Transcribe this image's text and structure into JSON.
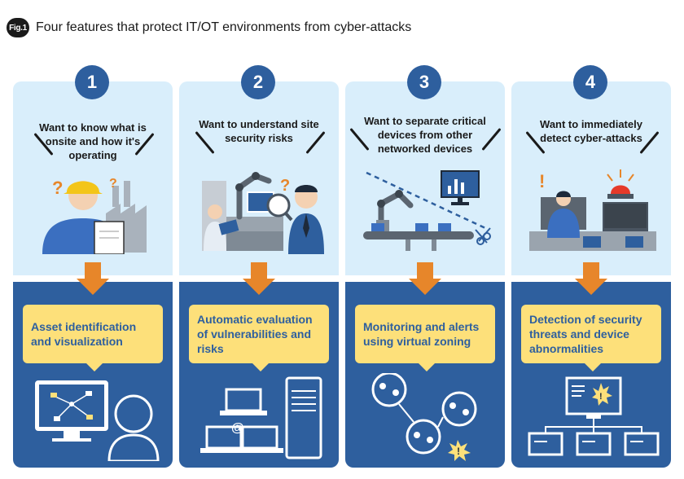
{
  "header": {
    "badge": "Fig.1",
    "title": "Four features that protect IT/OT environments from cyber-attacks"
  },
  "columns": [
    {
      "number": "1",
      "want": "Want to know what is onsite and how it's operating",
      "feature": "Asset identification and visualization"
    },
    {
      "number": "2",
      "want": "Want to understand site security risks",
      "feature": "Automatic evaluation of vulnerabilities and risks"
    },
    {
      "number": "3",
      "want": "Want to separate critical devices from other networked devices",
      "feature": "Monitoring and alerts using virtual zoning"
    },
    {
      "number": "4",
      "want": "Want to immediately detect cyber-attacks",
      "feature": "Detection of security threats and device abnormalities"
    }
  ],
  "icons": {
    "col1_top": "worker-with-clipboard-icon",
    "col1_bottom": "monitor-network-person-icon",
    "col2_top": "magnifier-robot-arm-icon",
    "col2_bottom": "laptops-server-icon",
    "col3_top": "conveyor-robot-scissors-icon",
    "col3_bottom": "zones-alert-icon",
    "col4_top": "operator-alarm-icon",
    "col4_bottom": "alert-monitor-network-icon"
  },
  "colors": {
    "panel_light": "#d9eefb",
    "panel_dark": "#2e5f9e",
    "arrow": "#e7862a",
    "feature_box": "#fde07a"
  }
}
